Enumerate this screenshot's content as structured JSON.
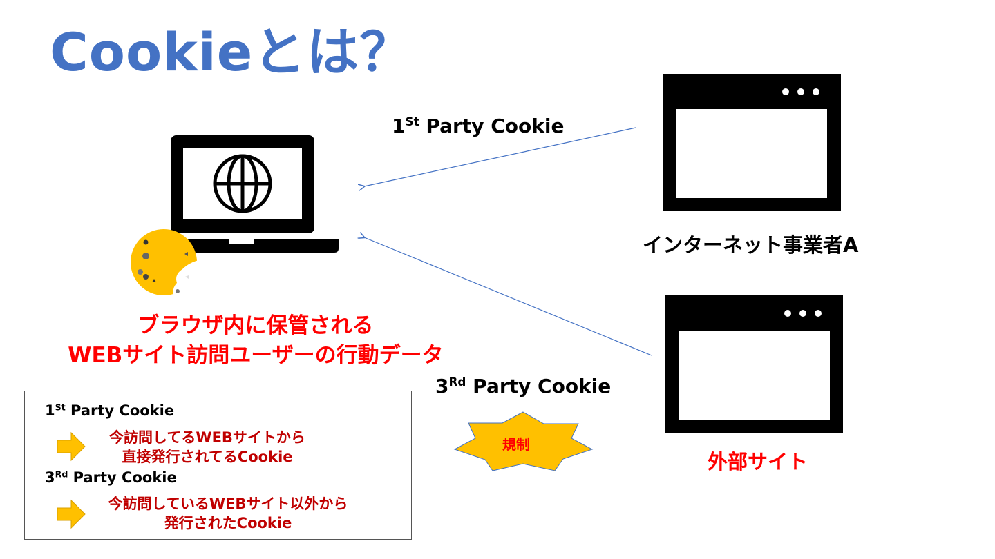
{
  "title": "Cookieとは？",
  "arrows": {
    "first_party": {
      "num": "1",
      "sup": "St",
      "text": " Party Cookie"
    },
    "third_party": {
      "num": "3",
      "sup": "Rd",
      "text": " Party Cookie"
    }
  },
  "site_a_label": "インターネット事業者A",
  "external_site_label": "外部サイト",
  "browser_caption": [
    "ブラウザ内に保管される",
    "WEBサイト訪問ユーザーの行動データ"
  ],
  "regulation_badge": "規制",
  "legend": {
    "first": {
      "num": "1",
      "sup": "St",
      "text": " Party Cookie",
      "desc": [
        "今訪問してるWEBサイトから",
        "直接発行されてるCookie"
      ]
    },
    "third": {
      "num": "3",
      "sup": "Rd",
      "text": " Party Cookie",
      "desc": [
        "今訪問しているWEBサイト以外から",
        "発行されたCookie"
      ]
    }
  },
  "colors": {
    "title": "#4472c4",
    "caption": "#ff0000",
    "desc": "#c00000",
    "star": "#ffc000",
    "arrow": "#4472c4",
    "cookie": "#ffc000"
  }
}
